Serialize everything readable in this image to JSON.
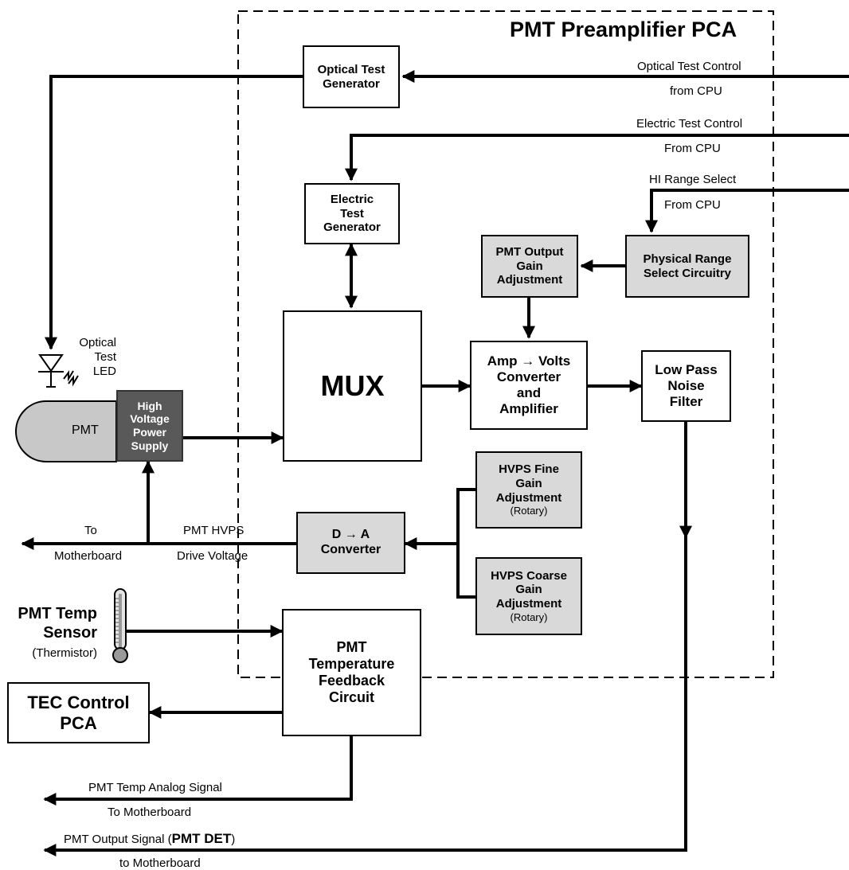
{
  "pca_title": "PMT Preamplifier PCA",
  "blocks": {
    "optical_test_generator": [
      "Optical Test",
      "Generator"
    ],
    "electric_test_generator": [
      "Electric",
      "Test",
      "Generator"
    ],
    "pmt_output_gain": [
      "PMT Output",
      "Gain",
      "Adjustment"
    ],
    "physical_range_select": [
      "Physical Range",
      "Select Circuitry"
    ],
    "mux": "MUX",
    "amp_volts_converter": [
      "Amp → Volts",
      "Converter",
      "and",
      "Amplifier"
    ],
    "low_pass_filter": [
      "Low Pass",
      "Noise",
      "Filter"
    ],
    "hvps_fine_gain": [
      "HVPS Fine",
      "Gain",
      "Adjustment",
      "(Rotary)"
    ],
    "hvps_coarse_gain": [
      "HVPS Coarse",
      "Gain",
      "Adjustment",
      "(Rotary)"
    ],
    "d_to_a_converter": [
      "D → A",
      "Converter"
    ],
    "temp_feedback": [
      "PMT",
      "Temperature",
      "Feedback",
      "Circuit"
    ],
    "tec_control": [
      "TEC Control",
      "PCA"
    ],
    "hv_power_supply": [
      "High",
      "Voltage",
      "Power",
      "Supply"
    ],
    "pmt": "PMT"
  },
  "labels": {
    "optical_test_control": "Optical Test Control",
    "optical_from_cpu": "from CPU",
    "electric_test_control": "Electric Test Control",
    "electric_from_cpu": "From CPU",
    "hi_range_select": "HI Range Select",
    "hi_from_cpu": "From CPU",
    "optical_led": [
      "Optical",
      "Test",
      "LED"
    ],
    "to": "To",
    "motherboard": "Motherboard",
    "pmt_hvps": "PMT HVPS",
    "drive_voltage": "Drive Voltage",
    "temp_sensor": [
      "PMT Temp",
      "Sensor"
    ],
    "thermistor": "(Thermistor)",
    "temp_analog_signal": "PMT Temp Analog Signal",
    "temp_to_motherboard": "To Motherboard",
    "output_signal_prefix": "PMT Output Signal (",
    "output_signal_bold": "PMT DET",
    "output_signal_suffix": ")",
    "output_to_motherboard": "to Motherboard"
  }
}
